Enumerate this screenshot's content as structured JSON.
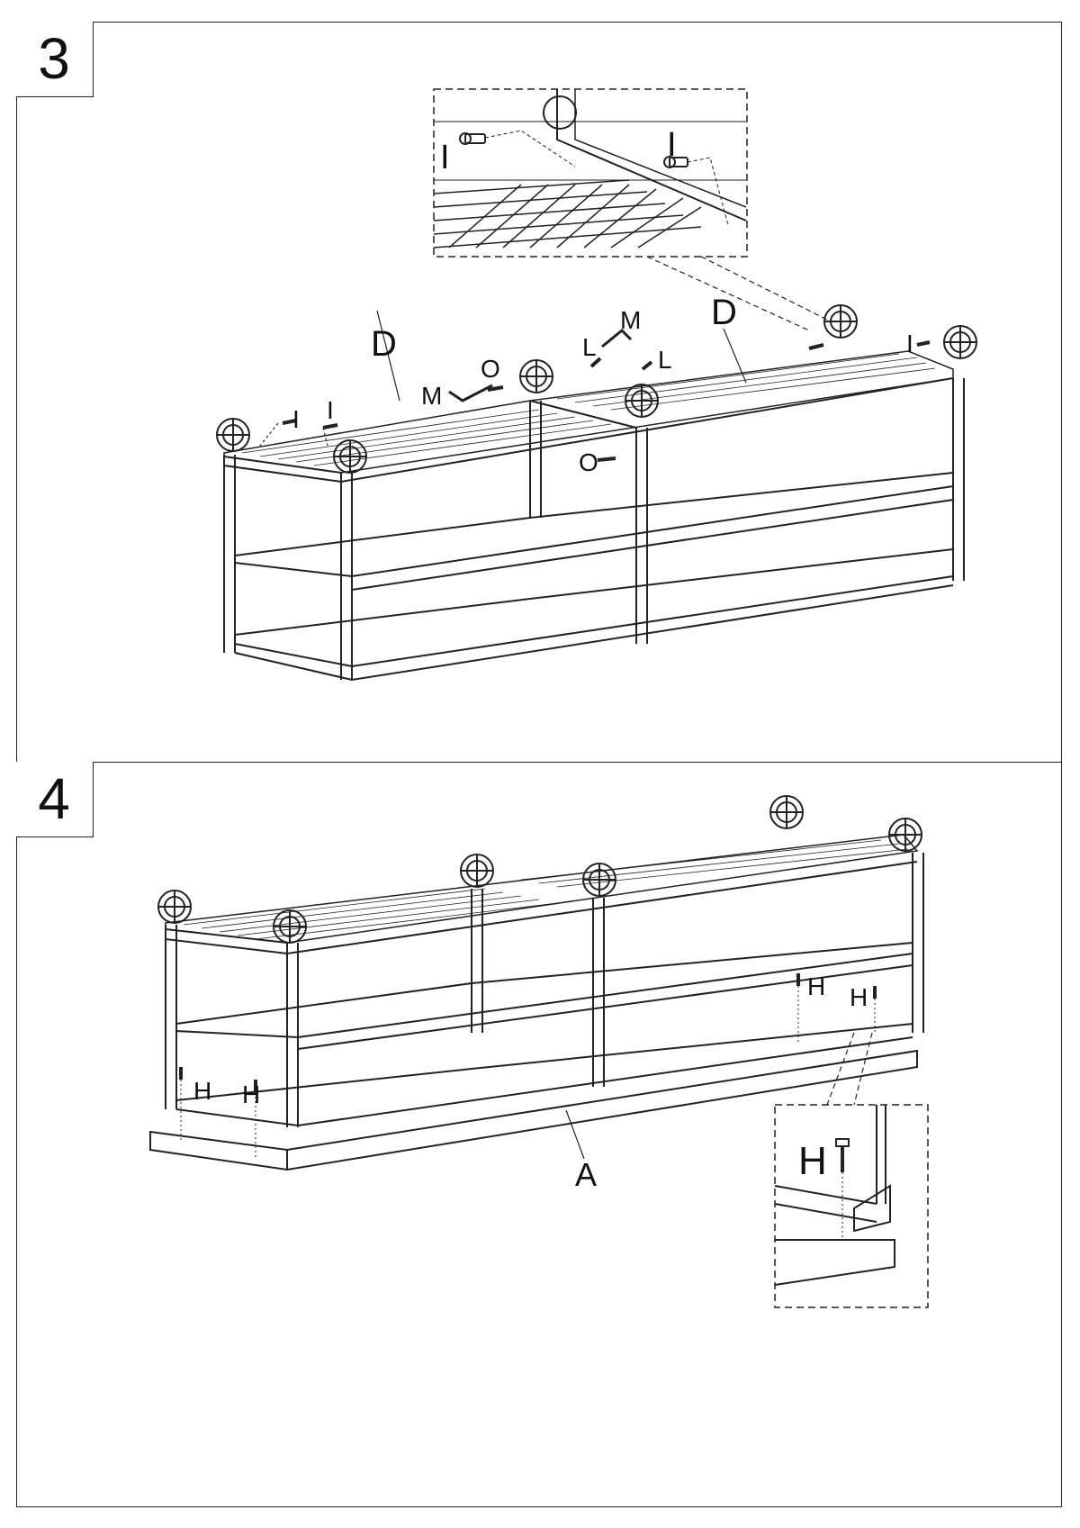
{
  "steps": [
    {
      "number": "3",
      "labels": {
        "shelf_left": "D",
        "shelf_right": "D",
        "screw_i": "I",
        "wrench_m": "M",
        "bolt_o": "O",
        "bolt_l": "L"
      },
      "detail_labels": {
        "screw_i": "I"
      }
    },
    {
      "number": "4",
      "labels": {
        "screw_h": "H",
        "base_a": "A"
      },
      "detail_labels": {
        "screw_h": "H"
      }
    }
  ]
}
